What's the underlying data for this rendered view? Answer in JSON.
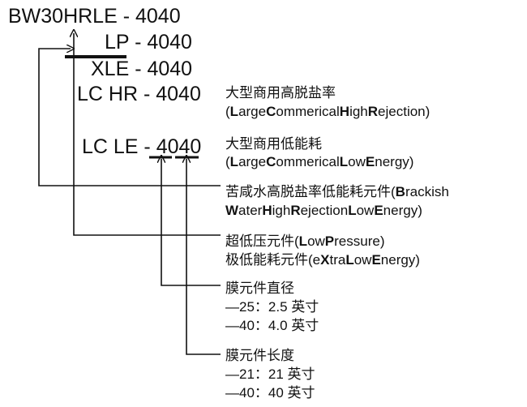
{
  "codes": {
    "bw30hrle": "BW30HRLE - 4040",
    "lp": "LP - 4040",
    "xle": "XLE - 4040",
    "lchr": "LC HR - 4040",
    "lcle": "LC LE - 4040"
  },
  "descriptions": {
    "lchr_cn": "大型商用高脱盐率",
    "lchr_en": [
      {
        "t": "(",
        "b": false
      },
      {
        "t": "L",
        "b": true
      },
      {
        "t": "arge",
        "b": false
      },
      {
        "t": "C",
        "b": true
      },
      {
        "t": "ommerical",
        "b": false
      },
      {
        "t": "H",
        "b": true
      },
      {
        "t": "igh",
        "b": false
      },
      {
        "t": "R",
        "b": true
      },
      {
        "t": "ejection)",
        "b": false
      }
    ],
    "lcle_cn": "大型商用低能耗",
    "lcle_en": [
      {
        "t": "(",
        "b": false
      },
      {
        "t": "L",
        "b": true
      },
      {
        "t": "arge",
        "b": false
      },
      {
        "t": "C",
        "b": true
      },
      {
        "t": "ommerical",
        "b": false
      },
      {
        "t": "L",
        "b": true
      },
      {
        "t": "ow",
        "b": false
      },
      {
        "t": "E",
        "b": true
      },
      {
        "t": "nergy)",
        "b": false
      }
    ],
    "bw_line1": [
      {
        "t": "苦咸水高脱盐率低能耗元件(",
        "b": false
      },
      {
        "t": "B",
        "b": true
      },
      {
        "t": "rackish",
        "b": false
      }
    ],
    "bw_line2": [
      {
        "t": "W",
        "b": true
      },
      {
        "t": "ater",
        "b": false
      },
      {
        "t": "H",
        "b": true
      },
      {
        "t": "igh",
        "b": false
      },
      {
        "t": "R",
        "b": true
      },
      {
        "t": "ejection",
        "b": false
      },
      {
        "t": "L",
        "b": true
      },
      {
        "t": "ow",
        "b": false
      },
      {
        "t": "E",
        "b": true
      },
      {
        "t": "nergy)",
        "b": false
      }
    ],
    "lp_line": [
      {
        "t": "超低压元件(",
        "b": false
      },
      {
        "t": "L",
        "b": true
      },
      {
        "t": "ow",
        "b": false
      },
      {
        "t": "P",
        "b": true
      },
      {
        "t": "ressure)",
        "b": false
      }
    ],
    "xle_line": [
      {
        "t": "极低能耗元件(e",
        "b": false
      },
      {
        "t": "X",
        "b": true
      },
      {
        "t": "tra",
        "b": false
      },
      {
        "t": "L",
        "b": true
      },
      {
        "t": "ow",
        "b": false
      },
      {
        "t": "E",
        "b": true
      },
      {
        "t": "nergy)",
        "b": false
      }
    ],
    "diameter_title": "膜元件直径",
    "diameter_25": "—25：2.5 英寸",
    "diameter_40": "—40：4.0 英寸",
    "length_title": "膜元件长度",
    "length_21": "—21：21 英寸",
    "length_40": "—40：40 英寸"
  }
}
